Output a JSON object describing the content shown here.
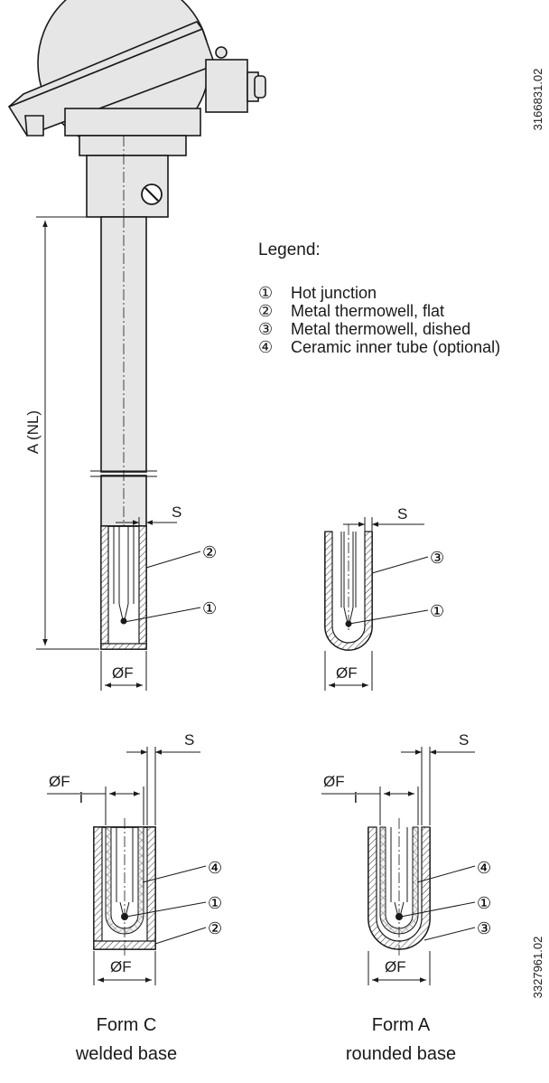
{
  "legend": {
    "title": "Legend:",
    "items": [
      {
        "num": "①",
        "text": "Hot junction"
      },
      {
        "num": "②",
        "text": "Metal thermowell, flat"
      },
      {
        "num": "③",
        "text": "Metal thermowell, dished"
      },
      {
        "num": "④",
        "text": "Ceramic inner tube (optional)"
      }
    ]
  },
  "dimensions": {
    "length": "A (NL)",
    "wall": "S",
    "outer_diameter": "ØF",
    "inner_diameter": "ØF",
    "inner_sub": "i"
  },
  "callouts": {
    "one": "①",
    "two": "②",
    "three": "③",
    "four": "④"
  },
  "forms": {
    "c_title": "Form C",
    "c_sub": "welded base",
    "a_title": "Form A",
    "a_sub": "rounded base"
  },
  "codes": {
    "top": "3166831.02",
    "bottom": "3327961.02"
  }
}
